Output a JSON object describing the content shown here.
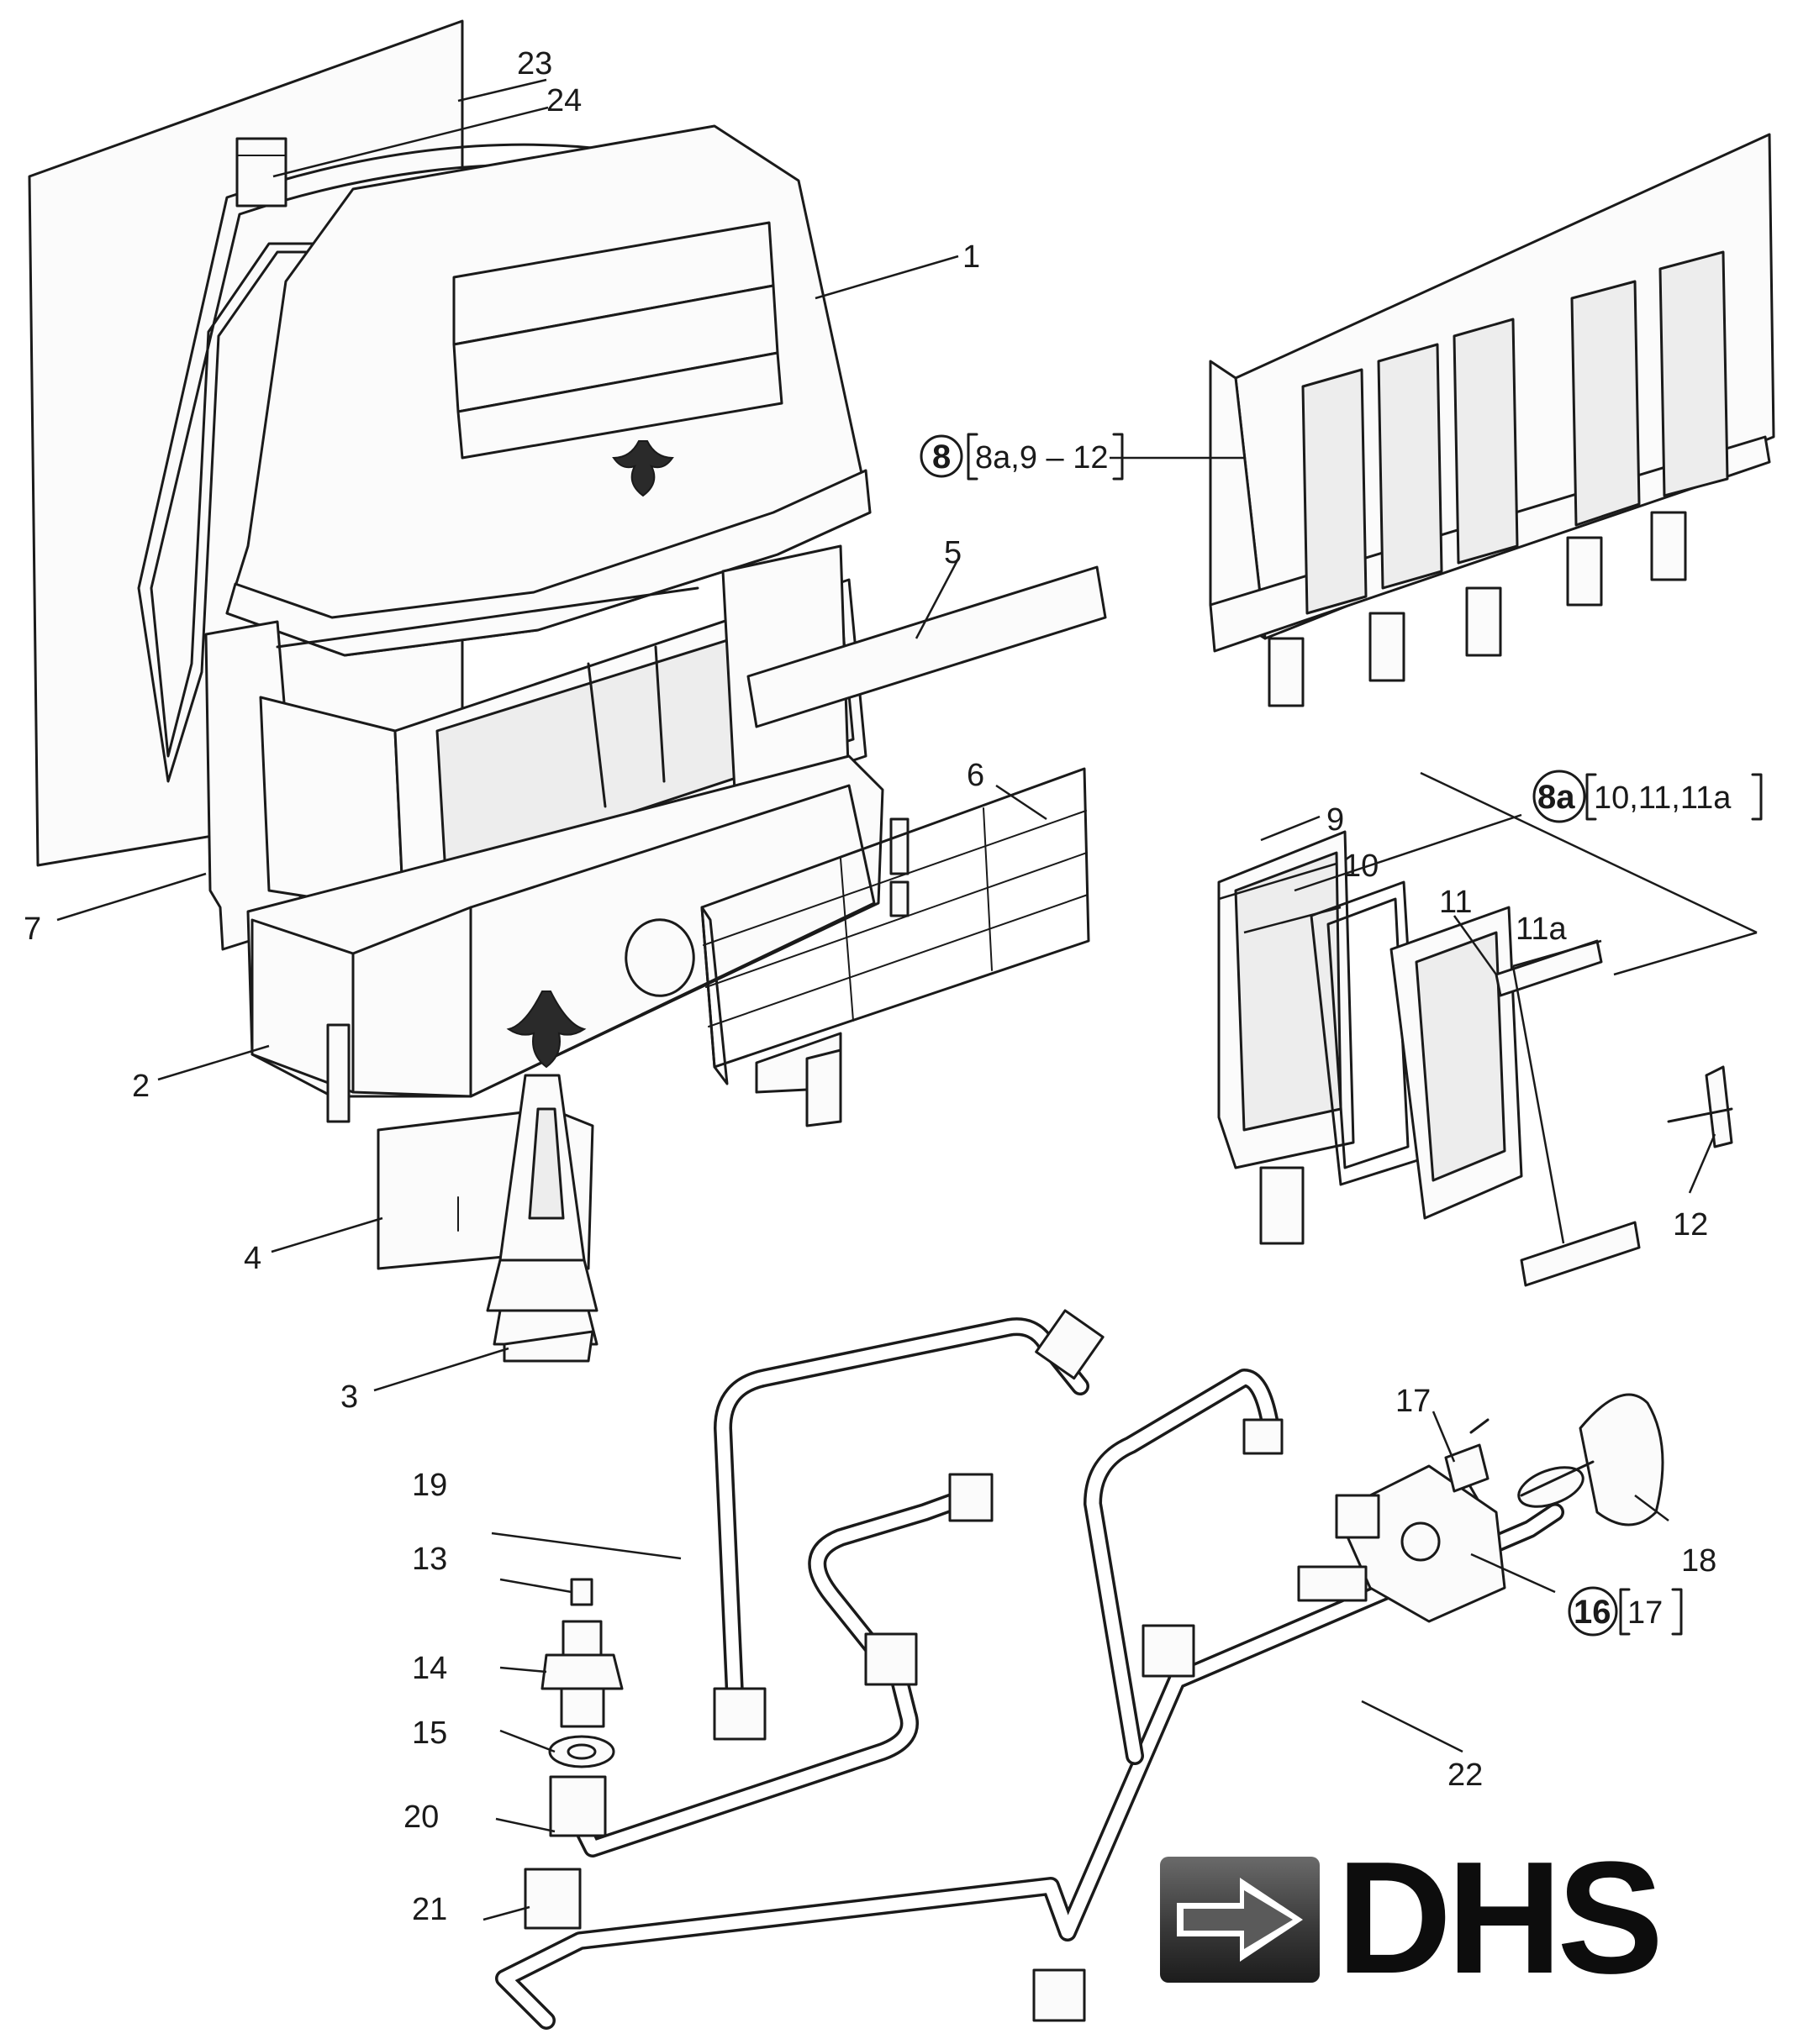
{
  "labels": {
    "p1": "1",
    "p2": "2",
    "p3": "3",
    "p4": "4",
    "p5": "5",
    "p6": "6",
    "p7": "7",
    "p9": "9",
    "p10": "10",
    "p11": "11",
    "p11a": "11a",
    "p12": "12",
    "p13": "13",
    "p14": "14",
    "p15": "15",
    "p17": "17",
    "p18": "18",
    "p19": "19",
    "p20": "20",
    "p21": "21",
    "p22": "22",
    "p23": "23",
    "p24": "24"
  },
  "groups": {
    "g8_circle": "8",
    "g8_list": "8a,9 – 12",
    "g8a_circle": "8a",
    "g8a_list": "10,11,11a",
    "g16_circle": "16",
    "g16_list": "17"
  },
  "logo": {
    "text": "DHS",
    "mark_icon": "arrow-right-icon"
  }
}
